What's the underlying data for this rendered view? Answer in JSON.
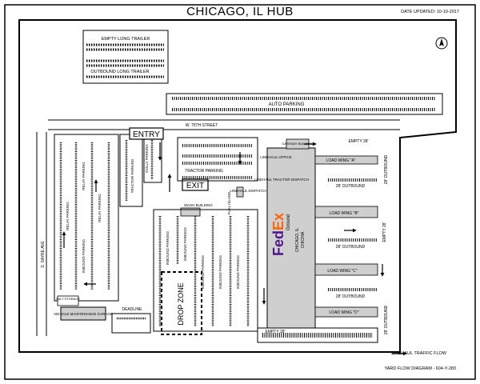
{
  "header": {
    "title": "CHICAGO, IL HUB",
    "date_updated": "DATE UPDATED: 10-10-2017"
  },
  "footer": {
    "diagram_id": "YARD FLOW DIAGRAM - 604-Y-283",
    "legend_label": "LINEHAUL TRAFFIC FLOW"
  },
  "labels": {
    "empty_long_trailer": "EMPTY LONG TRAILER",
    "outbound_long_trailer": "OUTBOUND LONG TRAILER",
    "auto_parking": "AUTO PARKING",
    "street": "W. 75TH STREET",
    "entry": "ENTRY",
    "exit": "EXIT",
    "gateway_building": "GATEWAY BUILDING",
    "tractor_parking": "TRACTOR PARKING",
    "tractor_parking_side": "TRACTOR PARKING",
    "dolly_parking": "DOLLY PARKING",
    "relay_parking": "RELAY PARKING",
    "inbound_parking": "INBOUND PARKING",
    "wash_building": "WASH BUILDING",
    "fuel_island": "FUEL ISLAND",
    "linehaul_dispatch": "LINEHAUL DISPATCH",
    "linehaul_office": "LINEHAUL OFFICE",
    "linehaul_tractor_dispatch": "LINEHAUL TRACTOR DISPATCH",
    "empty_28_top": "EMPTY 28'",
    "empty_28_bottom": "EMPTY 28'",
    "empty_28_right": "EMPTY 28'",
    "load_wing_a": "LOAD WING \"A\"",
    "load_wing_b": "LOAD WING \"B\"",
    "load_wing_c": "LOAD WING \"C\"",
    "load_wing_d": "LOAD WING \"D\"",
    "outbound_28_1": "28' OUTBOUND",
    "outbound_28_2": "28' OUTBOUND",
    "outbound_28_3": "28' OUTBOUND",
    "outbound_28_right_top": "28' OUTBOUND",
    "outbound_28_right_bottom": "28' OUTBOUND",
    "fedex_fed": "Fed",
    "fedex_ex": "Ex",
    "fedex_ground": "Ground",
    "city_code": "CHICAGO, IL",
    "code": "CHICHIA",
    "drop_zone": "DROP ZONE",
    "salt_storage": "SALT STORAGE",
    "vehicle_maintenance": "VEHICLE MAINTENANCE GARAGE",
    "deadline": "DEADLINE",
    "sayre_ave": "S. SAYRE AVE"
  },
  "colors": {
    "building_fill": "#cfcfcf",
    "fedex_purple": "#4d148c",
    "fedex_orange": "#ff6200",
    "line": "#000000"
  }
}
